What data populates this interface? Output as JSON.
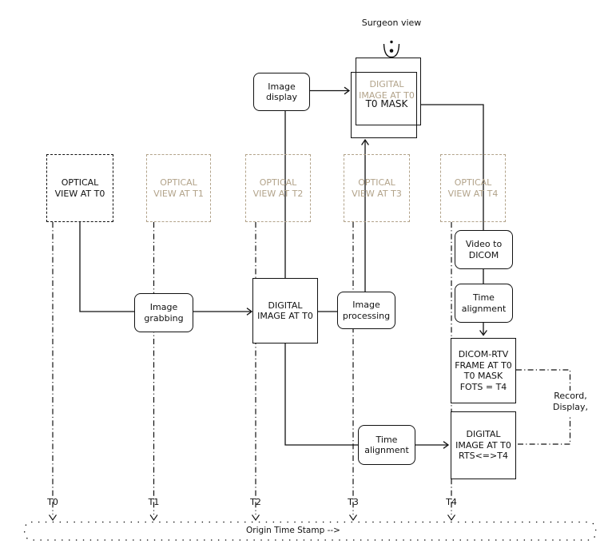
{
  "colors": {
    "ink": "#111111",
    "ghost": "#b2a38a"
  },
  "surgeon": {
    "label": "Surgeon view"
  },
  "mask": {
    "ghost_label": "DIGITAL\nIMAGE AT T0",
    "front_label": "T0 MASK"
  },
  "boxes": {
    "image_display": "Image\ndisplay",
    "image_grabbing": "Image\ngrabbing",
    "digital_image_t0": "DIGITAL\nIMAGE AT T0",
    "image_processing": "Image\nprocessing",
    "video_to_dicom": "Video to\nDICOM",
    "time_alignment_video": "Time\nalignment",
    "dicom_rtv_frame": "DICOM-RTV\nFRAME AT T0\nT0 MASK\nFOTS = T4",
    "time_alignment_digital": "Time\nalignment",
    "digital_image_rts": "DIGITAL\nIMAGE AT T0\nRTS<=>T4"
  },
  "optical_views": [
    {
      "label": "OPTICAL\nVIEW AT T0",
      "ghost": false
    },
    {
      "label": "OPTICAL\nVIEW AT T1",
      "ghost": true
    },
    {
      "label": "OPTICAL\nVIEW AT T2",
      "ghost": true
    },
    {
      "label": "OPTICAL\nVIEW AT T3",
      "ghost": true
    },
    {
      "label": "OPTICAL\nVIEW AT T4",
      "ghost": true
    }
  ],
  "annotations": {
    "record_display": "Record,\nDisplay,"
  },
  "timeline": {
    "ticks": [
      "T0",
      "T1",
      "T2",
      "T3",
      "T4"
    ],
    "origin_label": "Origin Time Stamp -->"
  }
}
